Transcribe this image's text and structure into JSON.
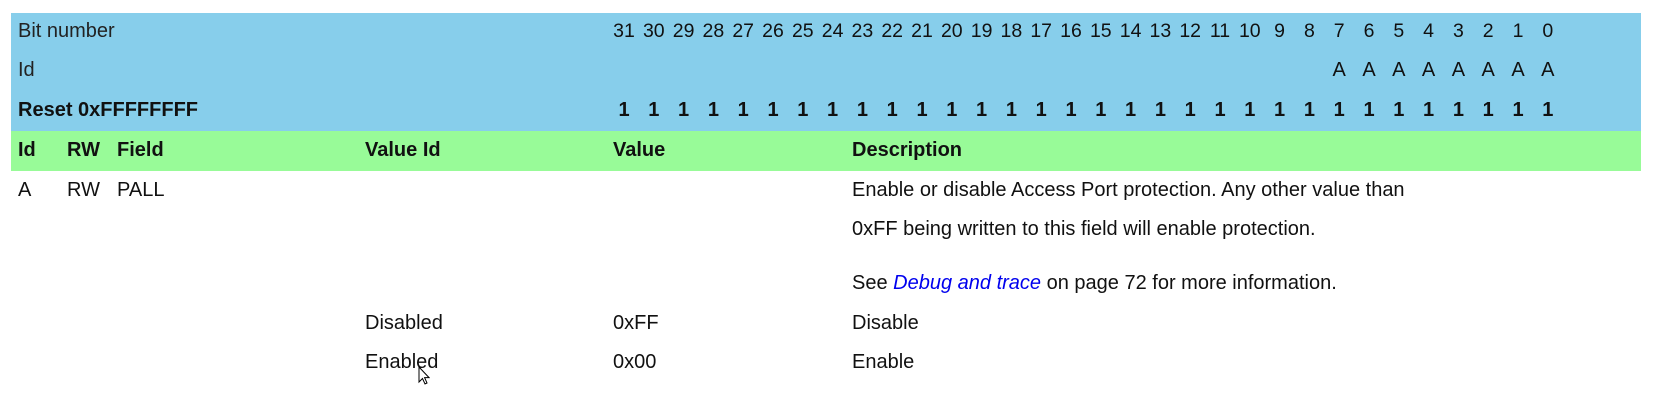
{
  "header": {
    "bit_number_label": "Bit number",
    "id_label": "Id",
    "reset_label": "Reset 0xFFFFFFFF",
    "bit_numbers": [
      "31",
      "30",
      "29",
      "28",
      "27",
      "26",
      "25",
      "24",
      "23",
      "22",
      "21",
      "20",
      "19",
      "18",
      "17",
      "16",
      "15",
      "14",
      "13",
      "12",
      "11",
      "10",
      "9",
      "8",
      "7",
      "6",
      "5",
      "4",
      "3",
      "2",
      "1",
      "0"
    ],
    "id_row": [
      "",
      "",
      "",
      "",
      "",
      "",
      "",
      "",
      "",
      "",
      "",
      "",
      "",
      "",
      "",
      "",
      "",
      "",
      "",
      "",
      "",
      "",
      "",
      "",
      "A",
      "A",
      "A",
      "A",
      "A",
      "A",
      "A",
      "A"
    ],
    "reset_row": [
      "1",
      "1",
      "1",
      "1",
      "1",
      "1",
      "1",
      "1",
      "1",
      "1",
      "1",
      "1",
      "1",
      "1",
      "1",
      "1",
      "1",
      "1",
      "1",
      "1",
      "1",
      "1",
      "1",
      "1",
      "1",
      "1",
      "1",
      "1",
      "1",
      "1",
      "1",
      "1"
    ]
  },
  "columns": {
    "id": "Id",
    "rw": "RW",
    "field": "Field",
    "value_id": "Value Id",
    "value": "Value",
    "description": "Description"
  },
  "field_row": {
    "id": "A",
    "rw": "RW",
    "field": "PALL",
    "desc_line1": "Enable or disable Access Port protection. Any other value than",
    "desc_line2": "0xFF being written to this field will enable protection.",
    "see_prefix": "See ",
    "see_link": "Debug and trace",
    "see_suffix": " on page 72 for more information."
  },
  "values": [
    {
      "value_id": "Disabled",
      "value": "0xFF",
      "description": "Disable"
    },
    {
      "value_id": "Enabled",
      "value": "0x00",
      "description": "Enable"
    }
  ]
}
